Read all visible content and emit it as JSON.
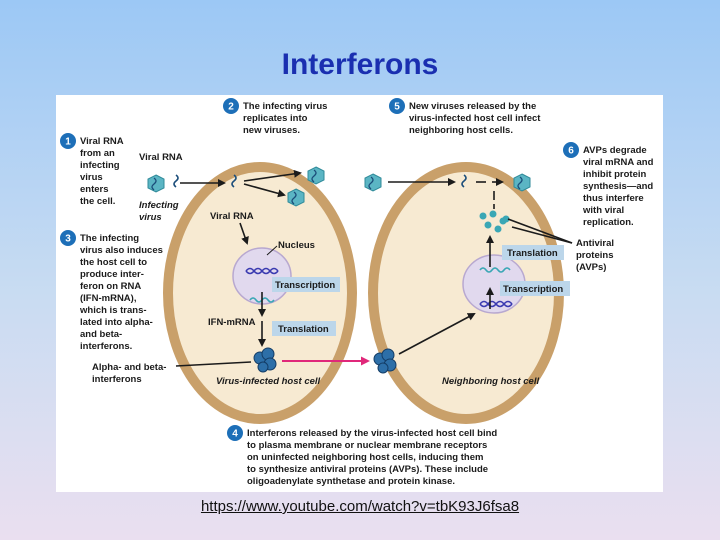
{
  "slide": {
    "title": "Interferons",
    "source_link": "https://www.youtube.com/watch?v=tbK93J6fsa8"
  },
  "colors": {
    "title": "#1a2fb0",
    "step_badge": "#1d6fb8",
    "cell_wall": "#c9a06a",
    "cytoplasm": "#f7ead2",
    "nucleus": "#e1d9ee",
    "label_box": "#bcd6ea",
    "virus": "#5bb5c4",
    "interferon": "#2d6fa8",
    "signal_arrow": "#e0287a"
  },
  "steps": [
    {
      "num": "1",
      "lines": [
        "Viral RNA",
        "from an",
        "infecting",
        "virus",
        "enters",
        "the cell."
      ]
    },
    {
      "num": "2",
      "lines": [
        "The infecting virus",
        "replicates into",
        "new viruses."
      ]
    },
    {
      "num": "3",
      "lines": [
        "The infecting",
        "virus also induces",
        "the host  cell to",
        "produce inter-",
        "feron on RNA",
        "(IFN-mRNA),",
        "which is trans-",
        "lated into alpha-",
        "and beta-",
        "interferons."
      ]
    },
    {
      "num": "4",
      "lines": [
        "Interferons released by the virus-infected host cell bind",
        "to plasma membrane or nuclear membrane receptors",
        "on uninfected neighboring host cells, inducing them",
        "to synthesize antiviral proteins (AVPs). These include",
        "oligoadenylate synthetase and protein kinase."
      ]
    },
    {
      "num": "5",
      "lines": [
        "New viruses released by the",
        "virus-infected host cell infect",
        "neighboring host cells."
      ]
    },
    {
      "num": "6",
      "lines": [
        "AVPs degrade",
        "viral mRNA and",
        "inhibit protein",
        "synthesis—and",
        "thus interfere",
        "with viral",
        "replication."
      ]
    }
  ],
  "labels": {
    "viral_rna_outside": "Viral RNA",
    "infecting_virus": [
      "Infecting",
      "virus"
    ],
    "viral_rna_inside": "Viral RNA",
    "nucleus": "Nucleus",
    "transcription_left": "Transcription",
    "ifn_mrna": "IFN-mRNA",
    "translation_left": "Translation",
    "alpha_beta": [
      "Alpha- and beta-",
      "interferons"
    ],
    "virus_infected_cell": "Virus-infected host cell",
    "translation_right": "Translation",
    "transcription_right": "Transcription",
    "neighboring_cell": "Neighboring host cell",
    "antiviral_proteins": [
      "Antiviral",
      "proteins",
      "(AVPs)"
    ]
  }
}
